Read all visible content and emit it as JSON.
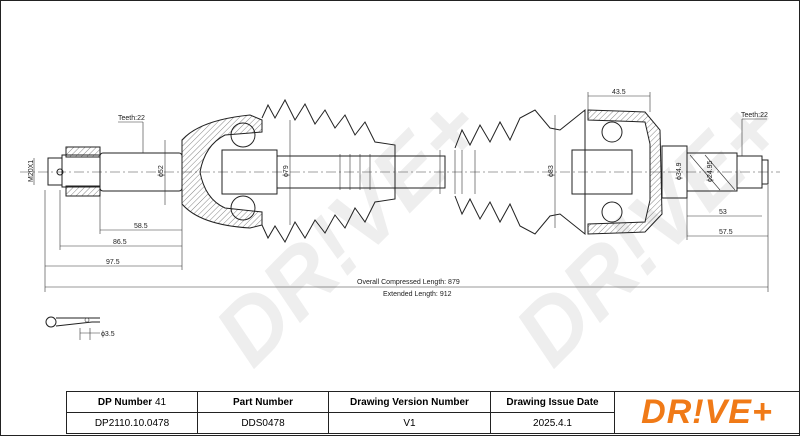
{
  "drawing": {
    "teeth_left": "Teeth:22",
    "teeth_right": "Teeth:22",
    "thread": "M20X1",
    "dia_52": "ϕ52",
    "dia_79": "ϕ79",
    "dia_83": "ϕ83",
    "dia_34_9": "ϕ34.9",
    "dia_24_95": "ϕ24.95",
    "dim_58_5": "58.5",
    "dim_86_5": "86.5",
    "dim_97_5": "97.5",
    "dim_43_5": "43.5",
    "dim_53": "53",
    "dim_57_5": "57.5",
    "overall_compressed": "Overall  Compressed  Length: 879",
    "extended": "Extended  Length: 912",
    "pin_dia": "ϕ3.5",
    "watermark": "DR!VE+"
  },
  "table": {
    "headers": {
      "dp_label": "DP Number",
      "dp_num": "41",
      "part": "Part Number",
      "version": "Drawing Version Number",
      "date": "Drawing Issue Date"
    },
    "values": {
      "dp": "DP2110.10.0478",
      "part": "DDS0478",
      "version": "V1",
      "date": "2025.4.1"
    },
    "logo": "DR!VE+",
    "brand_color": "#f07a17"
  }
}
